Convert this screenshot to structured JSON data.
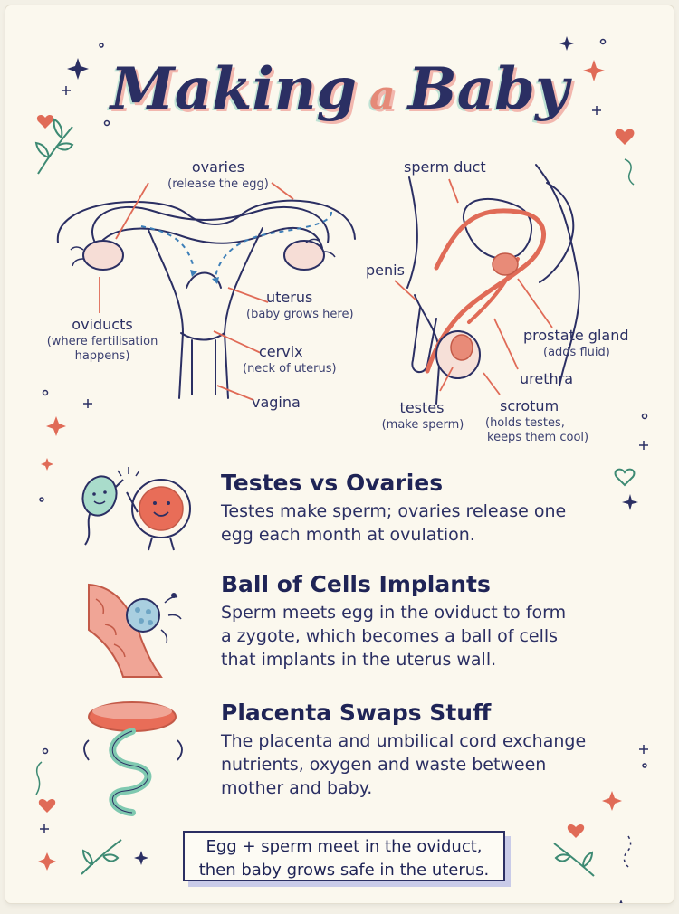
{
  "title": {
    "main_left": "Making",
    "main_small": "a",
    "main_right": "Baby"
  },
  "female_diagram": {
    "ovaries": "ovaries",
    "ovaries_note": "(release the egg)",
    "uterus": "uterus",
    "uterus_note": "(baby grows here)",
    "oviducts": "oviducts",
    "oviducts_note_1": "(where fertilisation",
    "oviducts_note_2": "happens)",
    "cervix": "cervix",
    "cervix_note": "(neck of uterus)",
    "vagina": "vagina"
  },
  "male_diagram": {
    "sperm_duct": "sperm duct",
    "penis": "penis",
    "prostate": "prostate gland",
    "prostate_note": "(adds fluid)",
    "urethra": "urethra",
    "testes": "testes",
    "testes_note": "(make sperm)",
    "scrotum": "scrotum",
    "scrotum_note_1": "(holds testes,",
    "scrotum_note_2": "keeps them cool)"
  },
  "sections": [
    {
      "heading": "Testes vs Ovaries",
      "lines": [
        "Testes make sperm; ovaries release one",
        "egg each month at ovulation."
      ]
    },
    {
      "heading": "Ball of Cells Implants",
      "lines": [
        "Sperm meets egg in the oviduct to form",
        "a zygote, which becomes a ball of cells",
        "that implants in the uterus wall."
      ]
    },
    {
      "heading": "Placenta Swaps Stuff",
      "lines": [
        "The placenta and umbilical cord exchange",
        "nutrients, oxygen and waste between",
        "mother and baby."
      ]
    }
  ],
  "callout": {
    "line1": "Egg + sperm meet in the oviduct,",
    "line2": "then baby grows safe in the uterus."
  },
  "colors": {
    "ink": "#2b2f63",
    "coral": "#e06b57",
    "mint": "#7fc9b0",
    "pink": "#f2b7ae"
  },
  "icons": [
    "heart-icon",
    "sparkle-icon",
    "leaf-sprig-icon",
    "sperm-egg-friends-icon",
    "implanting-ball-icon",
    "placenta-cord-icon"
  ]
}
